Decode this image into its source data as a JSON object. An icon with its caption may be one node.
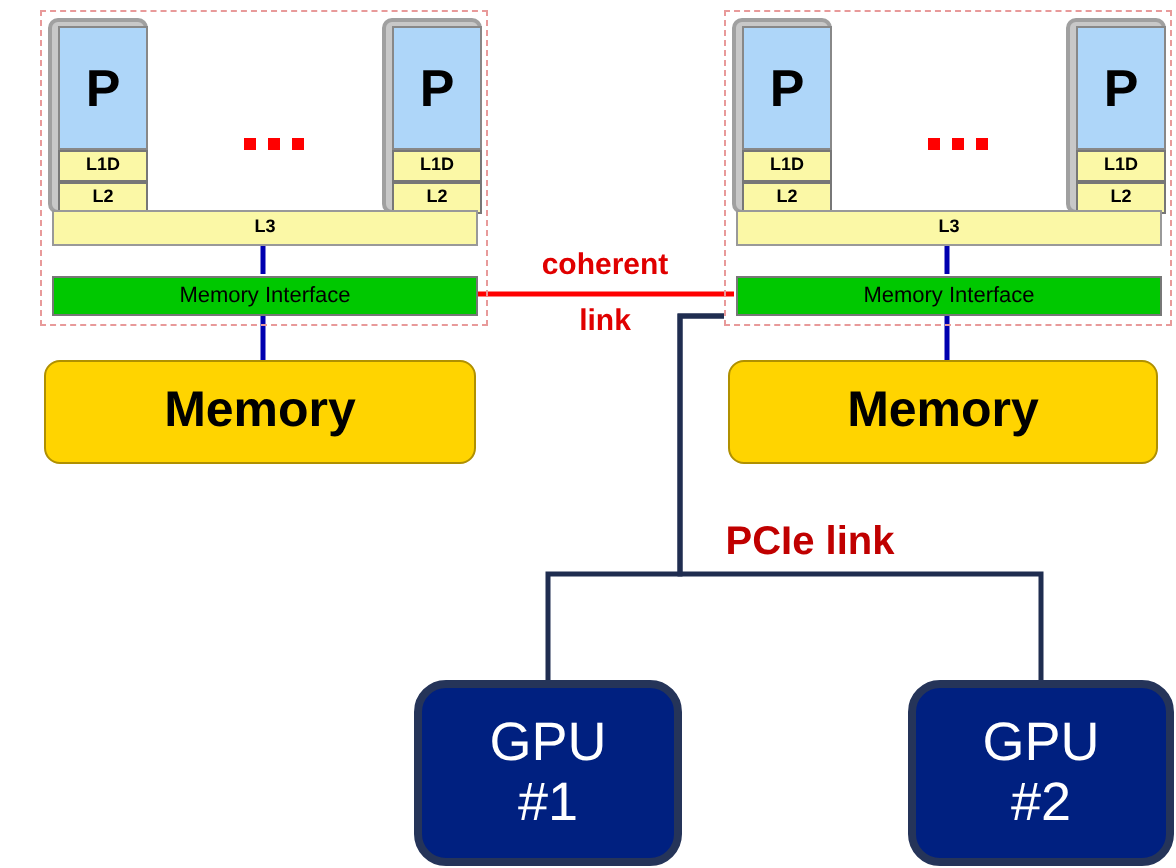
{
  "diagram": {
    "nodes": [
      {
        "text": [],
        "shape": "box"
      },
      {
        "text": [],
        "shape": "box",
        "in": 0
      },
      {
        "text": [
          "P"
        ],
        "in": 1
      },
      {
        "text": [
          "L1D"
        ],
        "in": 1
      },
      {
        "text": [
          "L2"
        ],
        "in": 1
      },
      {
        "text": [],
        "shape": "box",
        "in": 0
      },
      {
        "text": [
          "P"
        ],
        "in": 5
      },
      {
        "text": [
          "L1D"
        ],
        "in": 5
      },
      {
        "text": [
          "L2"
        ],
        "in": 5
      },
      {
        "text": [
          "L3"
        ],
        "in": 0
      },
      {
        "text": [
          "Memory Interface"
        ],
        "in": 0
      },
      {
        "text": [
          "Memory"
        ]
      },
      {
        "text": [],
        "shape": "box"
      },
      {
        "text": [],
        "shape": "box",
        "in": 12
      },
      {
        "text": [
          "P"
        ],
        "in": 13
      },
      {
        "text": [
          "L1D"
        ],
        "in": 13
      },
      {
        "text": [
          "L2"
        ],
        "in": 13
      },
      {
        "text": [],
        "shape": "box",
        "in": 12
      },
      {
        "text": [
          "P"
        ],
        "in": 17
      },
      {
        "text": [
          "L1D"
        ],
        "in": 17
      },
      {
        "text": [
          "L2"
        ],
        "in": 17
      },
      {
        "text": [
          "L3"
        ],
        "in": 12
      },
      {
        "text": [
          "Memory Interface"
        ],
        "in": 12
      },
      {
        "text": [
          "Memory"
        ]
      },
      {
        "text": [
          "GPU #1"
        ]
      },
      {
        "text": [
          "GPU #2"
        ]
      }
    ],
    "edges": [
      {
        "from": 9,
        "to": 10,
        "arrow": "none"
      },
      {
        "from": 10,
        "to": 11,
        "arrow": "none"
      },
      {
        "from": 21,
        "to": 22,
        "arrow": "none"
      },
      {
        "from": 22,
        "to": 23,
        "arrow": "none"
      },
      {
        "from": 10,
        "to": 22,
        "arrow": "none",
        "label": "coherent link",
        "color": "#ff0000"
      },
      {
        "from": 12,
        "to": 24,
        "arrow": "none",
        "color": "#1f2d50"
      },
      {
        "from": 12,
        "to": 25,
        "arrow": "none",
        "color": "#1f2d50",
        "label": "PCIe link"
      }
    ]
  }
}
